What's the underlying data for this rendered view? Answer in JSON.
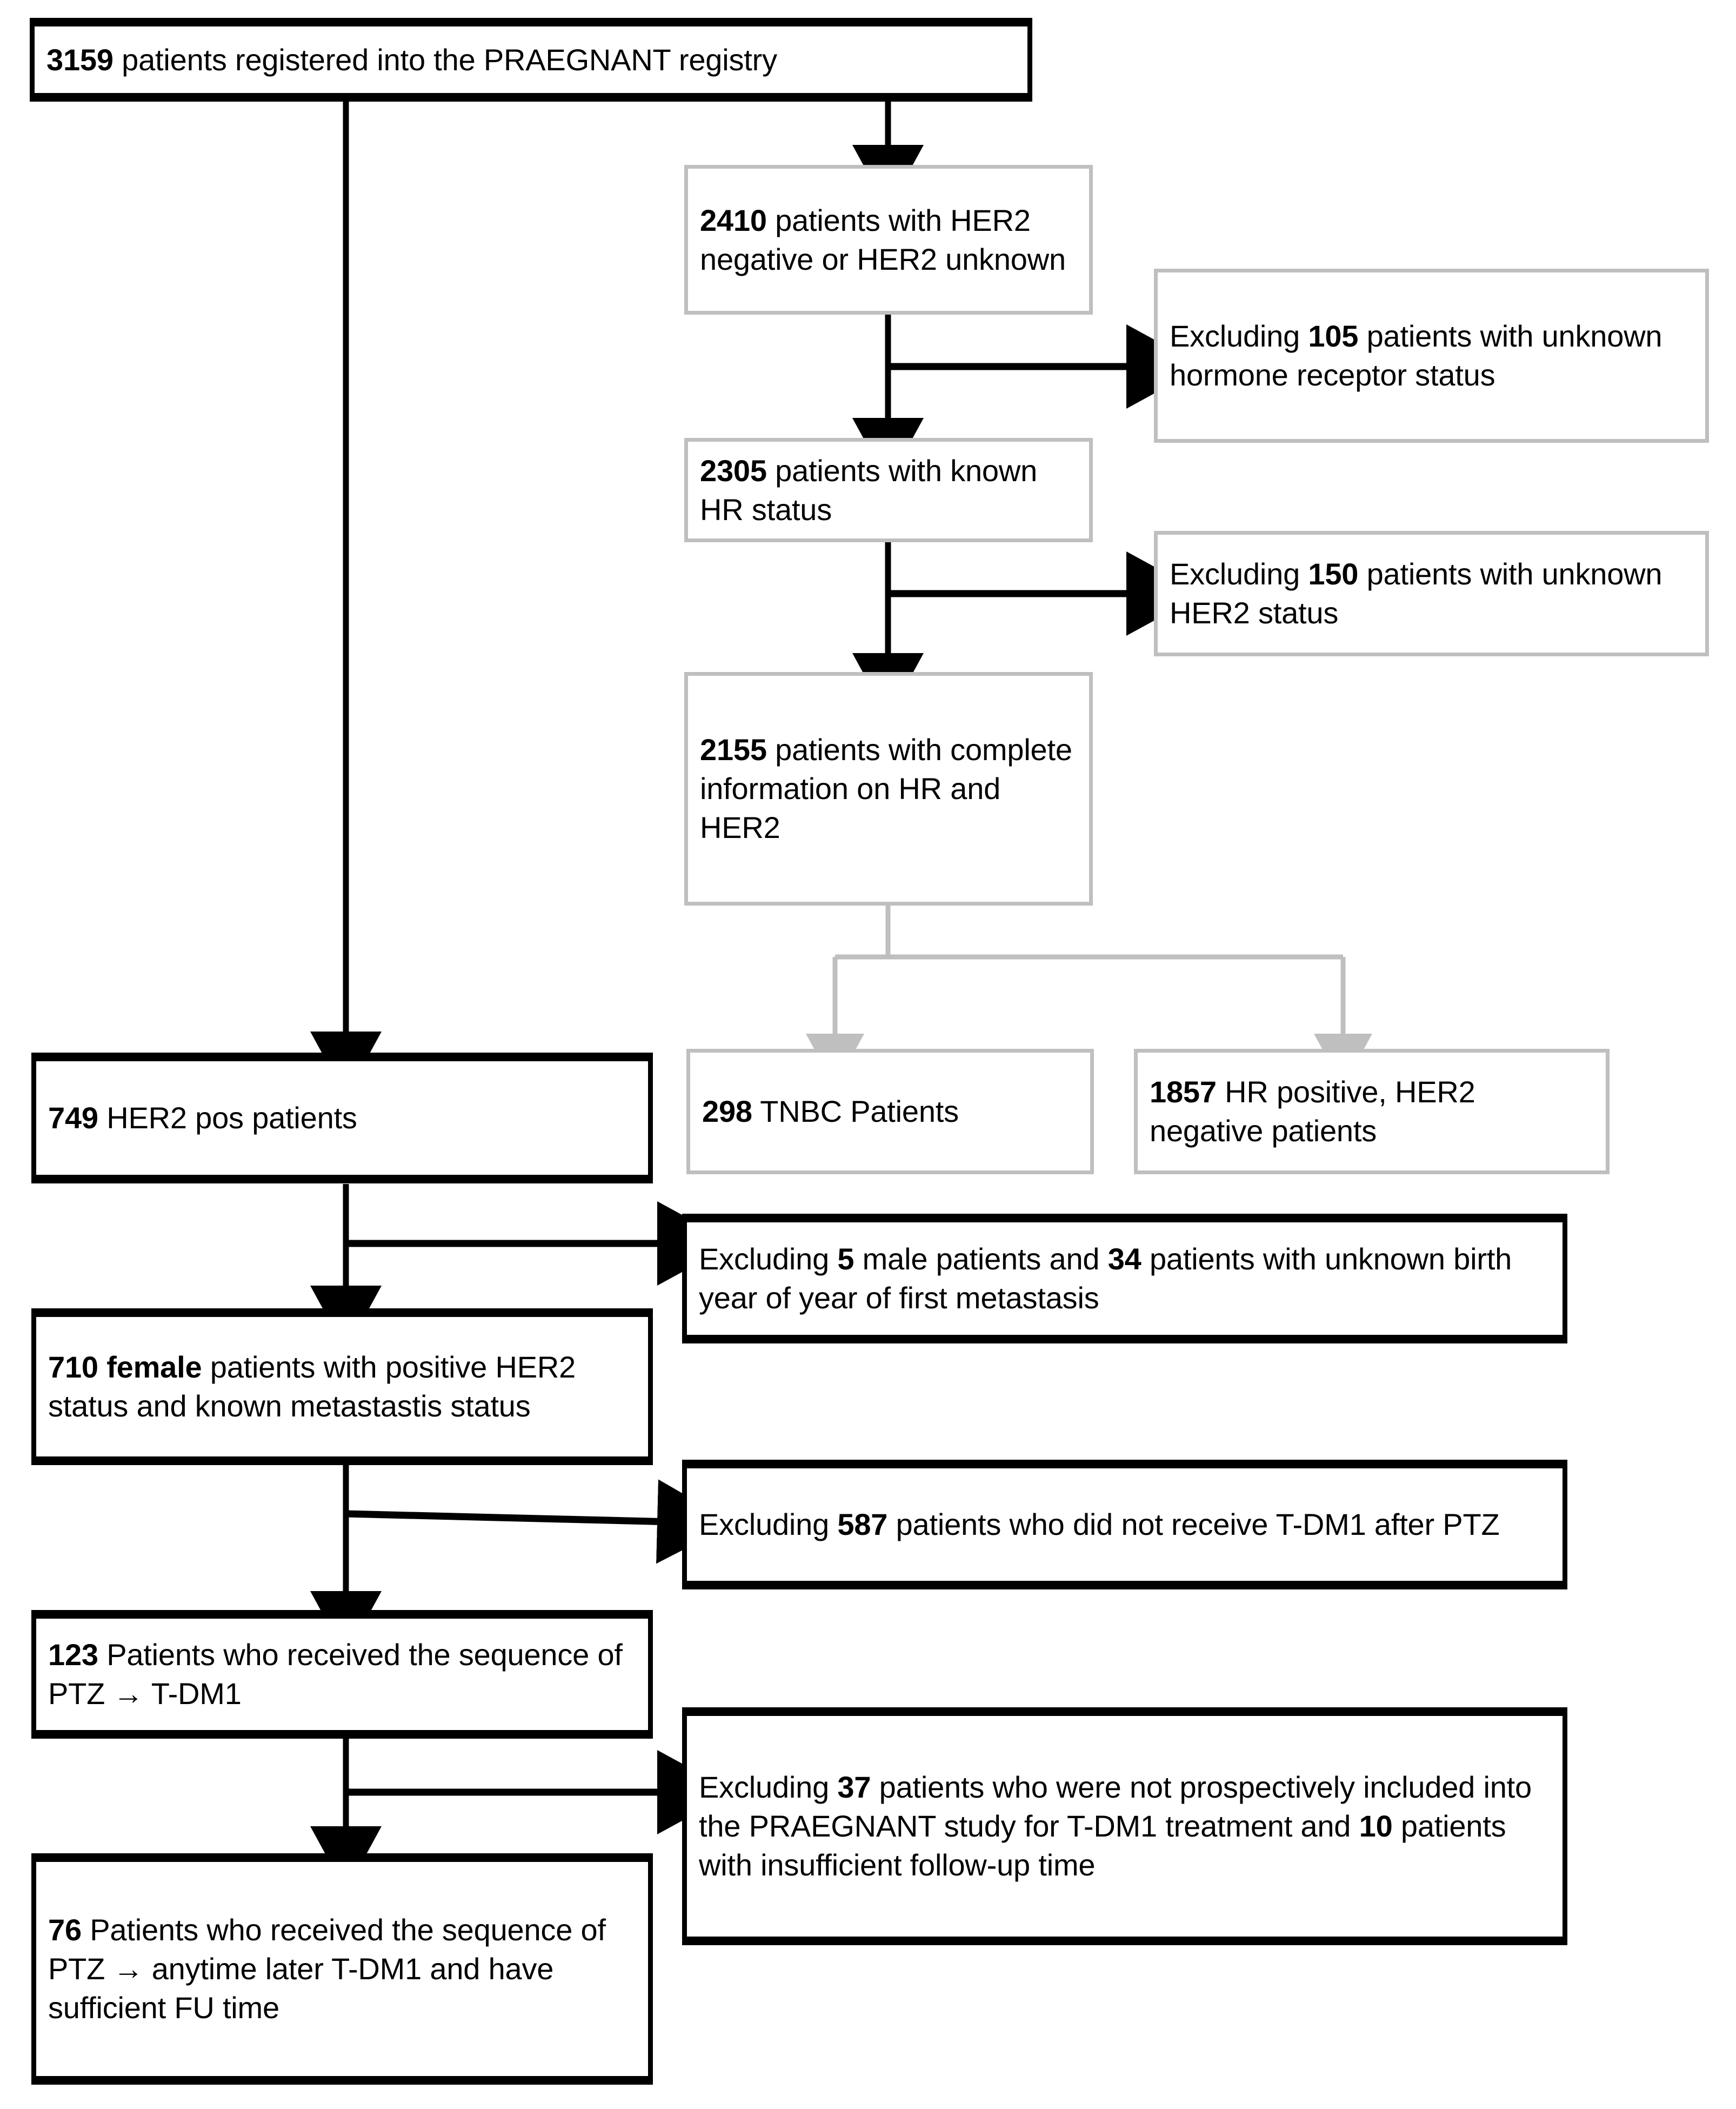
{
  "diagram": {
    "title_text": "PRAEGNANT registry patient flow (CONSORT-style flowchart)",
    "colors": {
      "primary_box_border": "#000000",
      "secondary_box_border": "#bfbfbf",
      "background": "#ffffff",
      "text": "#000000"
    },
    "nodes": {
      "registry": {
        "count": "3159",
        "rest": " patients registered into the PRAEGNANT registry",
        "full": "3159 patients registered into the PRAEGNANT registry",
        "style": "black"
      },
      "her2_neg_unknown": {
        "count": "2410",
        "rest": " patients with HER2 negative or HER2 unknown",
        "full": "2410 patients with HER2 negative or HER2 unknown",
        "style": "grey"
      },
      "excl_105": {
        "count": "105",
        "prefix": "Excluding ",
        "rest": " patients with unknown hormone receptor status",
        "full": "Excluding 105 patients with unknown hormone receptor status",
        "style": "grey"
      },
      "known_hr": {
        "count": "2305",
        "rest": " patients with known HR status",
        "full": "2305 patients with known HR status",
        "style": "grey"
      },
      "excl_150": {
        "count": "150",
        "prefix": "Excluding ",
        "rest": " patients with unknown HER2 status",
        "full": "Excluding 150 patients with unknown HER2 status",
        "style": "grey"
      },
      "complete_info": {
        "count": "2155",
        "rest": " patients with complete information on HR and HER2",
        "full": "2155 patients with complete information on HR and HER2",
        "style": "grey"
      },
      "tnbc": {
        "count": "298",
        "rest": " TNBC Patients",
        "full": "298 TNBC Patients",
        "style": "grey"
      },
      "hr_pos_her2_neg": {
        "count": "1857",
        "rest": " HR positive, HER2 negative patients",
        "full": "1857 HR positive, HER2 negative patients",
        "style": "grey"
      },
      "her2_pos": {
        "count": "749",
        "rest": " HER2 pos patients",
        "full": "749 HER2 pos patients",
        "style": "black"
      },
      "excl_5_34": {
        "prefix": "Excluding ",
        "count": "5",
        "mid": " male patients and ",
        "count2": "34",
        "rest": " patients with unknown birth year of year of first metastasis",
        "full": "Excluding 5 male patients and 34 patients with unknown birth year of year of first metastasis",
        "style": "black"
      },
      "female_710": {
        "count": "710 female",
        "rest": " patients with positive HER2 status and known metastastis status",
        "full": "710 female patients with positive HER2 status and known metastastis status",
        "style": "black"
      },
      "excl_587": {
        "prefix": "Excluding ",
        "count": "587",
        "rest": " patients who did not receive T-DM1 after PTZ",
        "full": "Excluding 587 patients who did not receive T-DM1 after PTZ",
        "style": "black"
      },
      "seq_123": {
        "count": "123",
        "rest": " Patients who received the sequence of PTZ ",
        "arrow": "→",
        "tail": " T-DM1",
        "full": "123 Patients who received the sequence of PTZ → T-DM1",
        "style": "black"
      },
      "excl_37_10": {
        "prefix": "Excluding ",
        "count": "37",
        "mid": " patients who were not prospectively included into the PRAEGNANT study for T-DM1 treatment and ",
        "count2": "10",
        "rest": " patients with insufficient follow-up time",
        "full": "Excluding 37 patients who were not prospectively included into the PRAEGNANT study for T-DM1 treatment and 10 patients with insufficient follow-up time",
        "style": "black"
      },
      "final_76": {
        "count": "76",
        "rest": " Patients who received the sequence of PTZ ",
        "arrow": "→",
        "tail": " anytime later T-DM1 and have sufficient FU time",
        "full": "76 Patients who received the sequence of PTZ → anytime later T-DM1 and have sufficient FU time",
        "style": "black"
      }
    }
  }
}
